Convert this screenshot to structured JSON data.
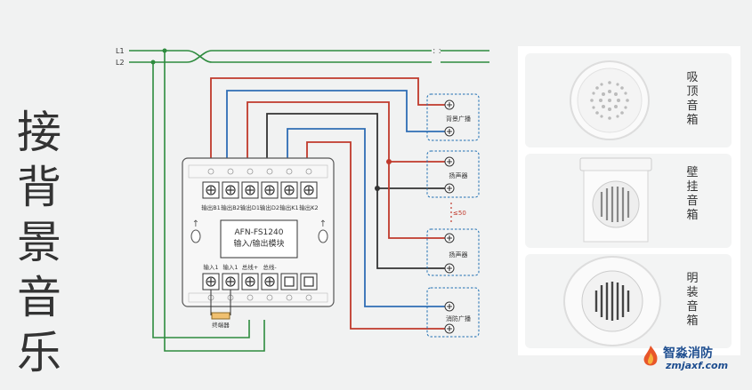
{
  "title": [
    "接",
    "背",
    "景",
    "音",
    "乐"
  ],
  "lines": {
    "l1": "L1",
    "l2": "L2"
  },
  "module": {
    "model": "AFN-FS1240",
    "name": "输入/输出模块",
    "top_terminals": [
      "输出B1",
      "输出B2",
      "输出D1",
      "输出D2",
      "输出K1",
      "输出K2"
    ],
    "bottom_terminals": [
      "输入1",
      "输入1",
      "总线+",
      "总线-"
    ],
    "arrow_symbol": "↑"
  },
  "resistor_label": "终端器",
  "loads": [
    "背景广播",
    "扬声器",
    "扬声器",
    "消防广播"
  ],
  "limit_note": "≤50",
  "speakers": [
    {
      "name": [
        "吸",
        "顶",
        "音",
        "箱"
      ]
    },
    {
      "name": [
        "壁",
        "挂",
        "音",
        "箱"
      ]
    },
    {
      "name": [
        "明",
        "装",
        "音",
        "箱"
      ]
    }
  ],
  "logo": {
    "name": "智淼消防",
    "url": "zmjaxf.com"
  },
  "colors": {
    "red": "#c0392b",
    "blue": "#2f6db5",
    "black": "#333333",
    "green": "#2e8b3e",
    "box": "#1f6fb2"
  }
}
